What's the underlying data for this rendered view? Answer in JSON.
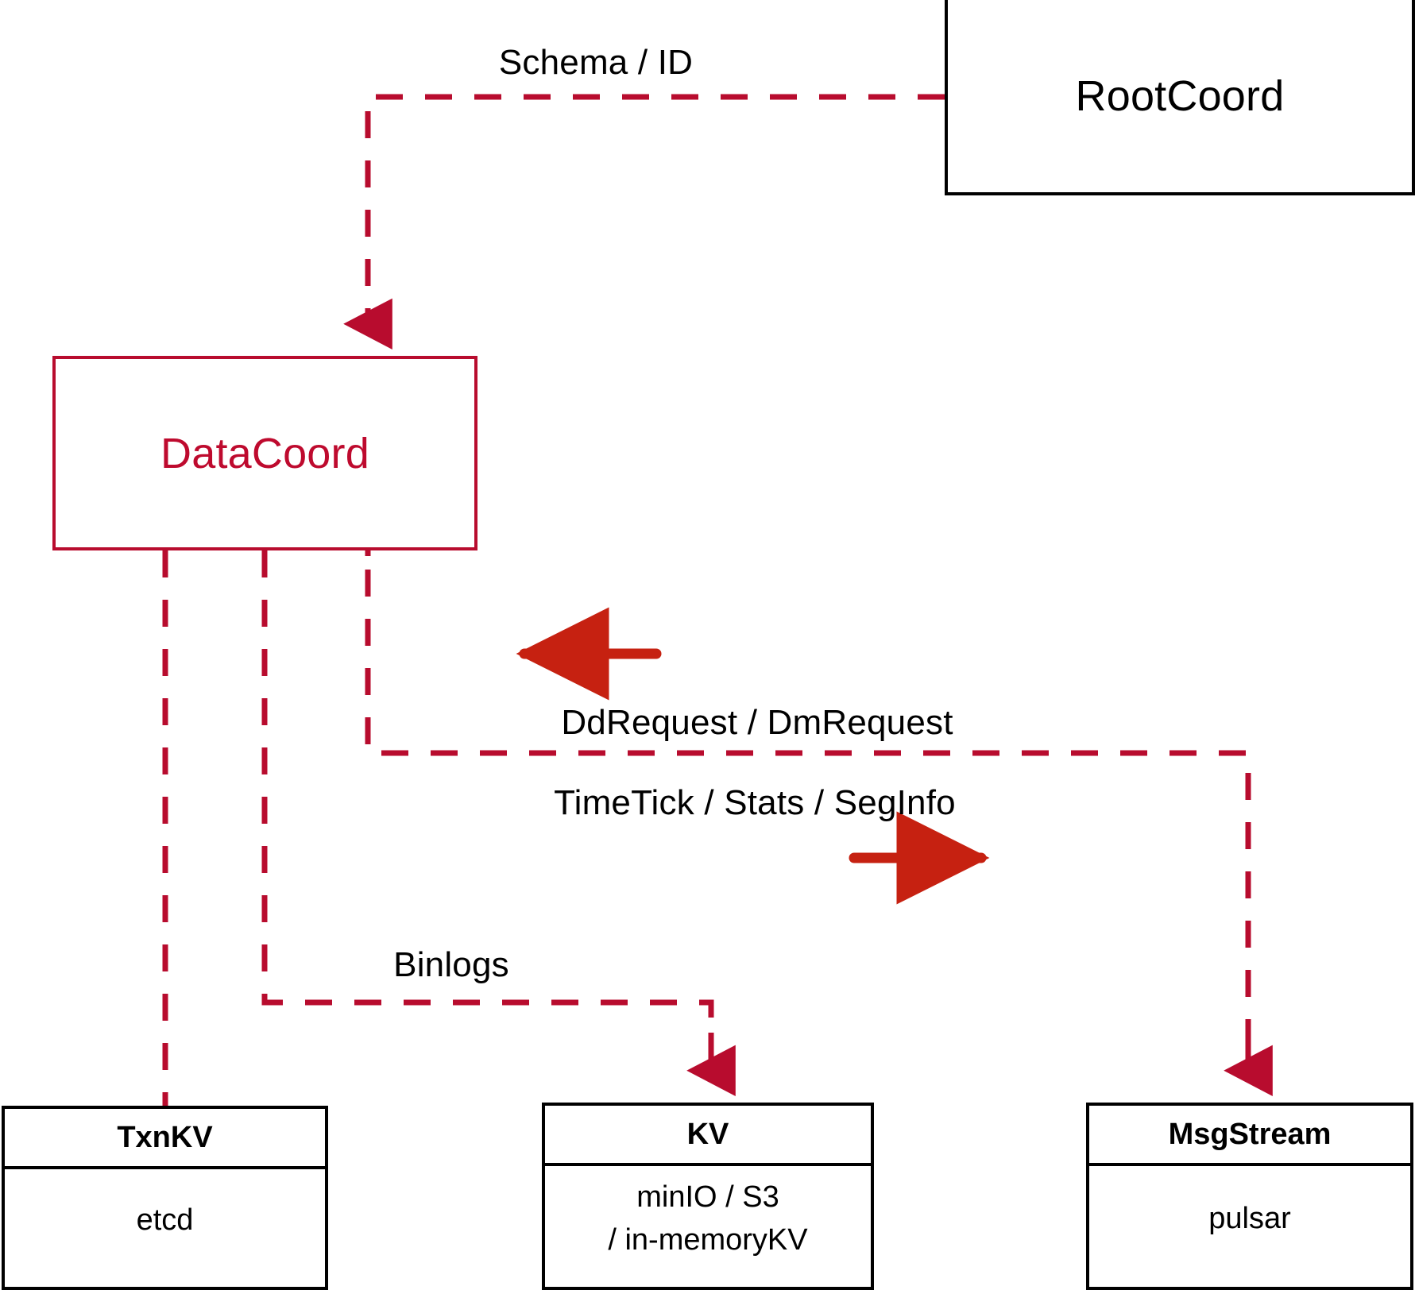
{
  "diagram": {
    "title": "DataCoord component architecture",
    "colors": {
      "dashed_edge": "#B80C2E",
      "solid_arrow": "#C62111",
      "node_border_black": "#000000",
      "node_border_red": "#B80C2E",
      "node_text_red": "#BE0A2E",
      "background": "#ffffff"
    },
    "nodes": {
      "rootcoord": {
        "label": "RootCoord"
      },
      "datacoord": {
        "label": "DataCoord"
      },
      "txnkv": {
        "header": "TxnKV",
        "body": [
          "etcd"
        ]
      },
      "kv": {
        "header": "KV",
        "body": [
          "minIO / S3",
          "/ in-memoryKV"
        ]
      },
      "msgstream": {
        "header": "MsgStream",
        "body": [
          "pulsar"
        ]
      }
    },
    "edges": {
      "schema_id": {
        "label": "Schema / ID",
        "from": "rootcoord",
        "to": "datacoord",
        "style": "dashed"
      },
      "dd_dm_request": {
        "label": "DdRequest / DmRequest",
        "direction": "left",
        "style": "solid-arrow"
      },
      "timetick_stats_seginfo": {
        "label": "TimeTick / Stats / SegInfo",
        "direction": "right",
        "style": "solid-arrow"
      },
      "binlogs": {
        "label": "Binlogs",
        "from": "datacoord",
        "to": "kv",
        "style": "dashed"
      },
      "msgstream_link": {
        "from": "msgstream",
        "to": "datacoord",
        "style": "dashed"
      },
      "txnkv_link": {
        "from": "datacoord",
        "to": "txnkv",
        "style": "dashed"
      }
    }
  }
}
